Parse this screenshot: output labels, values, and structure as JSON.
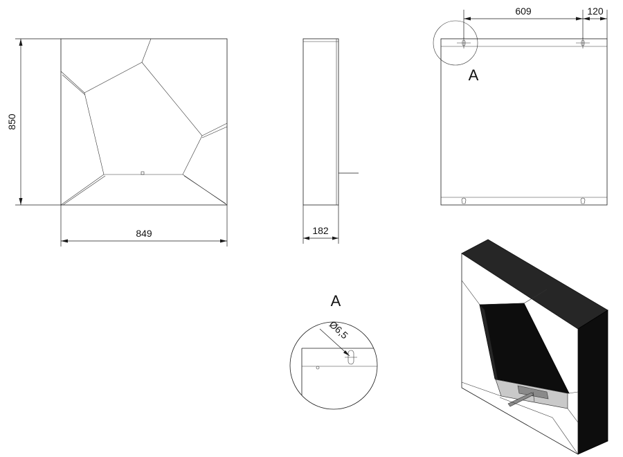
{
  "dimensions": {
    "front_height": "850",
    "front_width": "849",
    "side_depth": "182",
    "back_hole_spacing": "609",
    "back_hole_offset": "120",
    "hole_diameter": "Ø6,5"
  },
  "labels": {
    "detail_marker": "A",
    "detail_title": "A"
  }
}
